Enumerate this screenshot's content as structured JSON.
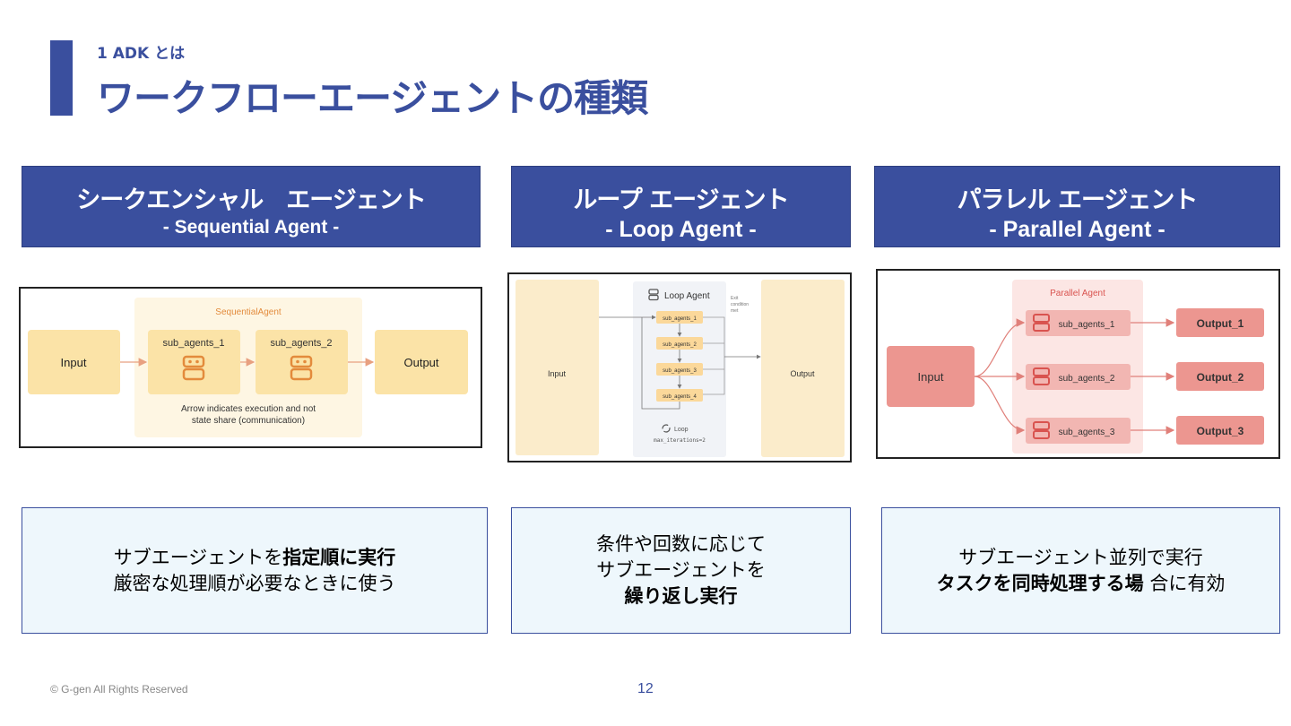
{
  "section_label": "1 ADK とは",
  "page_title": "ワークフローエージェントの種類",
  "columns": [
    {
      "title_ja": "シークエンシャル　エージェント",
      "title_en": "- Sequential Agent -"
    },
    {
      "title_ja": "ループ エージェント",
      "title_en": "- Loop Agent -"
    },
    {
      "title_ja": "パラレル エージェント",
      "title_en": "- Parallel Agent -"
    }
  ],
  "diagrams": {
    "sequential": {
      "container": "SequentialAgent",
      "input": "Input",
      "sub1": "sub_agents_1",
      "sub2": "sub_agents_2",
      "output": "Output",
      "note1": "Arrow indicates execution and not",
      "note2": "state share (communication)"
    },
    "loop": {
      "input": "Input",
      "title": "Loop Agent",
      "subs": [
        "sub_agents_1",
        "sub_agents_2",
        "sub_agents_3",
        "sub_agents_4"
      ],
      "exit_note1": "Exit",
      "exit_note2": "condition",
      "exit_note3": "met",
      "loop_label": "Loop",
      "max_iter": "max_iterations=2",
      "output": "Output"
    },
    "parallel": {
      "container": "Parallel Agent",
      "input": "Input",
      "subs": [
        "sub_agents_1",
        "sub_agents_2",
        "sub_agents_3"
      ],
      "outputs": [
        "Output_1",
        "Output_2",
        "Output_3"
      ]
    }
  },
  "descriptions": {
    "sequential": {
      "l1_pre": "サブエージェントを",
      "l1_bold": "指定順に実行",
      "l2": "厳密な処理順が必要なときに使う"
    },
    "loop": {
      "l1": "条件や回数に応じて",
      "l2": "サブエージェントを",
      "l3_bold": "繰り返し実行"
    },
    "parallel": {
      "l1": "サブエージェント並列で実行",
      "l2_bold": "タスクを同時処理する場",
      "l2_post": " 合に有効"
    }
  },
  "footer": {
    "copyright": "© G-gen  All Rights Reserved",
    "page_number": "12"
  },
  "colors": {
    "accent": "#3a4f9e",
    "seq_fill": "#fbe3a7",
    "par_fill": "#ec9690",
    "desc_bg": "#eef7fc"
  }
}
